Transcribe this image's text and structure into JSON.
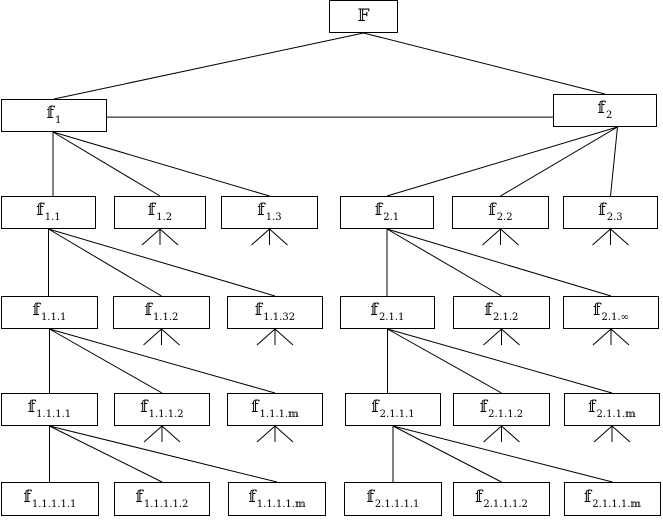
{
  "root": {
    "id": "F",
    "base": "𝔽",
    "sub": ""
  },
  "level1": [
    {
      "id": "f1",
      "base": "𝕗",
      "sub": "1"
    },
    {
      "id": "f2",
      "base": "𝕗",
      "sub": "2"
    }
  ],
  "level2": [
    {
      "id": "f11",
      "base": "𝕗",
      "sub": "1.1"
    },
    {
      "id": "f12",
      "base": "𝕗",
      "sub": "1.2"
    },
    {
      "id": "f13",
      "base": "𝕗",
      "sub": "1.3"
    },
    {
      "id": "f21",
      "base": "𝕗",
      "sub": "2.1"
    },
    {
      "id": "f22",
      "base": "𝕗",
      "sub": "2.2"
    },
    {
      "id": "f23",
      "base": "𝕗",
      "sub": "2.3"
    }
  ],
  "level3": [
    {
      "id": "f111",
      "base": "𝕗",
      "sub": "1.1.1"
    },
    {
      "id": "f112",
      "base": "𝕗",
      "sub": "1.1.2"
    },
    {
      "id": "f1132",
      "base": "𝕗",
      "sub": "1.1.32"
    },
    {
      "id": "f211",
      "base": "𝕗",
      "sub": "2.1.1"
    },
    {
      "id": "f212",
      "base": "𝕗",
      "sub": "2.1.2"
    },
    {
      "id": "f21inf",
      "base": "𝕗",
      "sub": "2.1.∞"
    }
  ],
  "level4": [
    {
      "id": "f1111",
      "base": "𝕗",
      "sub": "1.1.1.1"
    },
    {
      "id": "f1112",
      "base": "𝕗",
      "sub": "1.1.1.2"
    },
    {
      "id": "f111m",
      "base": "𝕗",
      "sub": "1.1.1.𝕞"
    },
    {
      "id": "f2111",
      "base": "𝕗",
      "sub": "2.1.1.1"
    },
    {
      "id": "f2112",
      "base": "𝕗",
      "sub": "2.1.1.2"
    },
    {
      "id": "f211m",
      "base": "𝕗",
      "sub": "2.1.1.𝕞"
    }
  ],
  "level5": [
    {
      "id": "f11111",
      "base": "𝕗",
      "sub": "1.1.1.1.1"
    },
    {
      "id": "f11112",
      "base": "𝕗",
      "sub": "1.1.1.1.2"
    },
    {
      "id": "f1111m",
      "base": "𝕗",
      "sub": "1.1.1.1.𝕞"
    },
    {
      "id": "f21111",
      "base": "𝕗",
      "sub": "2.1.1.1.1"
    },
    {
      "id": "f21112",
      "base": "𝕗",
      "sub": "2.1.1.1.2"
    },
    {
      "id": "f2111m",
      "base": "𝕗",
      "sub": "2.1.1.1.𝕞"
    }
  ],
  "edges": [
    [
      "F",
      "f1"
    ],
    [
      "F",
      "f2"
    ],
    [
      "f1",
      "f2"
    ],
    [
      "f1",
      "f11"
    ],
    [
      "f1",
      "f12"
    ],
    [
      "f1",
      "f13"
    ],
    [
      "f2",
      "f21"
    ],
    [
      "f2",
      "f22"
    ],
    [
      "f2",
      "f23"
    ],
    [
      "f11",
      "f111"
    ],
    [
      "f11",
      "f112"
    ],
    [
      "f11",
      "f1132"
    ],
    [
      "f21",
      "f211"
    ],
    [
      "f21",
      "f212"
    ],
    [
      "f21",
      "f21inf"
    ],
    [
      "f111",
      "f1111"
    ],
    [
      "f111",
      "f1112"
    ],
    [
      "f111",
      "f111m"
    ],
    [
      "f211",
      "f2111"
    ],
    [
      "f211",
      "f2112"
    ],
    [
      "f211",
      "f211m"
    ],
    [
      "f1111",
      "f11111"
    ],
    [
      "f1111",
      "f11112"
    ],
    [
      "f1111",
      "f1111m"
    ],
    [
      "f2111",
      "f21111"
    ],
    [
      "f2111",
      "f21112"
    ],
    [
      "f2111",
      "f2111m"
    ]
  ],
  "stubs": [
    "f12",
    "f13",
    "f22",
    "f23",
    "f112",
    "f1132",
    "f212",
    "f21inf",
    "f1112",
    "f111m",
    "f2112",
    "f211m"
  ]
}
